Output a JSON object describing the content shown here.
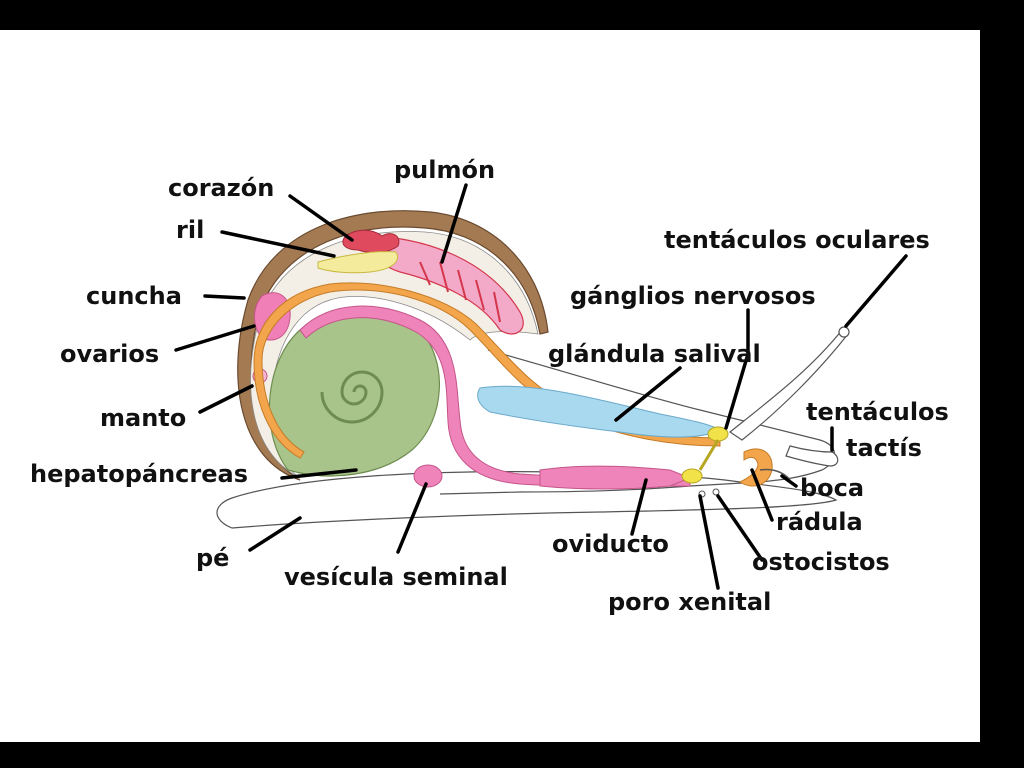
{
  "labels": {
    "corazon": "corazón",
    "pulmon": "pulmón",
    "ril": "ril",
    "cuncha": "cuncha",
    "ovarios": "ovarios",
    "manto": "manto",
    "hepatopancreas": "hepatopáncreas",
    "pe": "pé",
    "vesicula_seminal": "vesícula seminal",
    "tentaculos_oculares": "tentáculos oculares",
    "ganglios_nervosos": "gánglios nervosos",
    "glandula_salival": "glándula salival",
    "tentaculos": "tentáculos",
    "tactis": "tactís",
    "boca": "boca",
    "radula": "rádula",
    "ostocistos": "ostocistos",
    "oviducto": "oviducto",
    "poro_xenital": "poro xenital"
  },
  "colors": {
    "background": "#000000",
    "slide": "#ffffff",
    "hepatopancreas": "#a9c48a",
    "ovarios": "#ef7fb6",
    "reproductive": "#ee84b9",
    "intestine": "#f2a54a",
    "salivary_gland": "#a9d9ef",
    "ganglia": "#f2e24a",
    "lung": "#e65a7e",
    "shell": "#a47a52",
    "heart": "#d4374c"
  }
}
